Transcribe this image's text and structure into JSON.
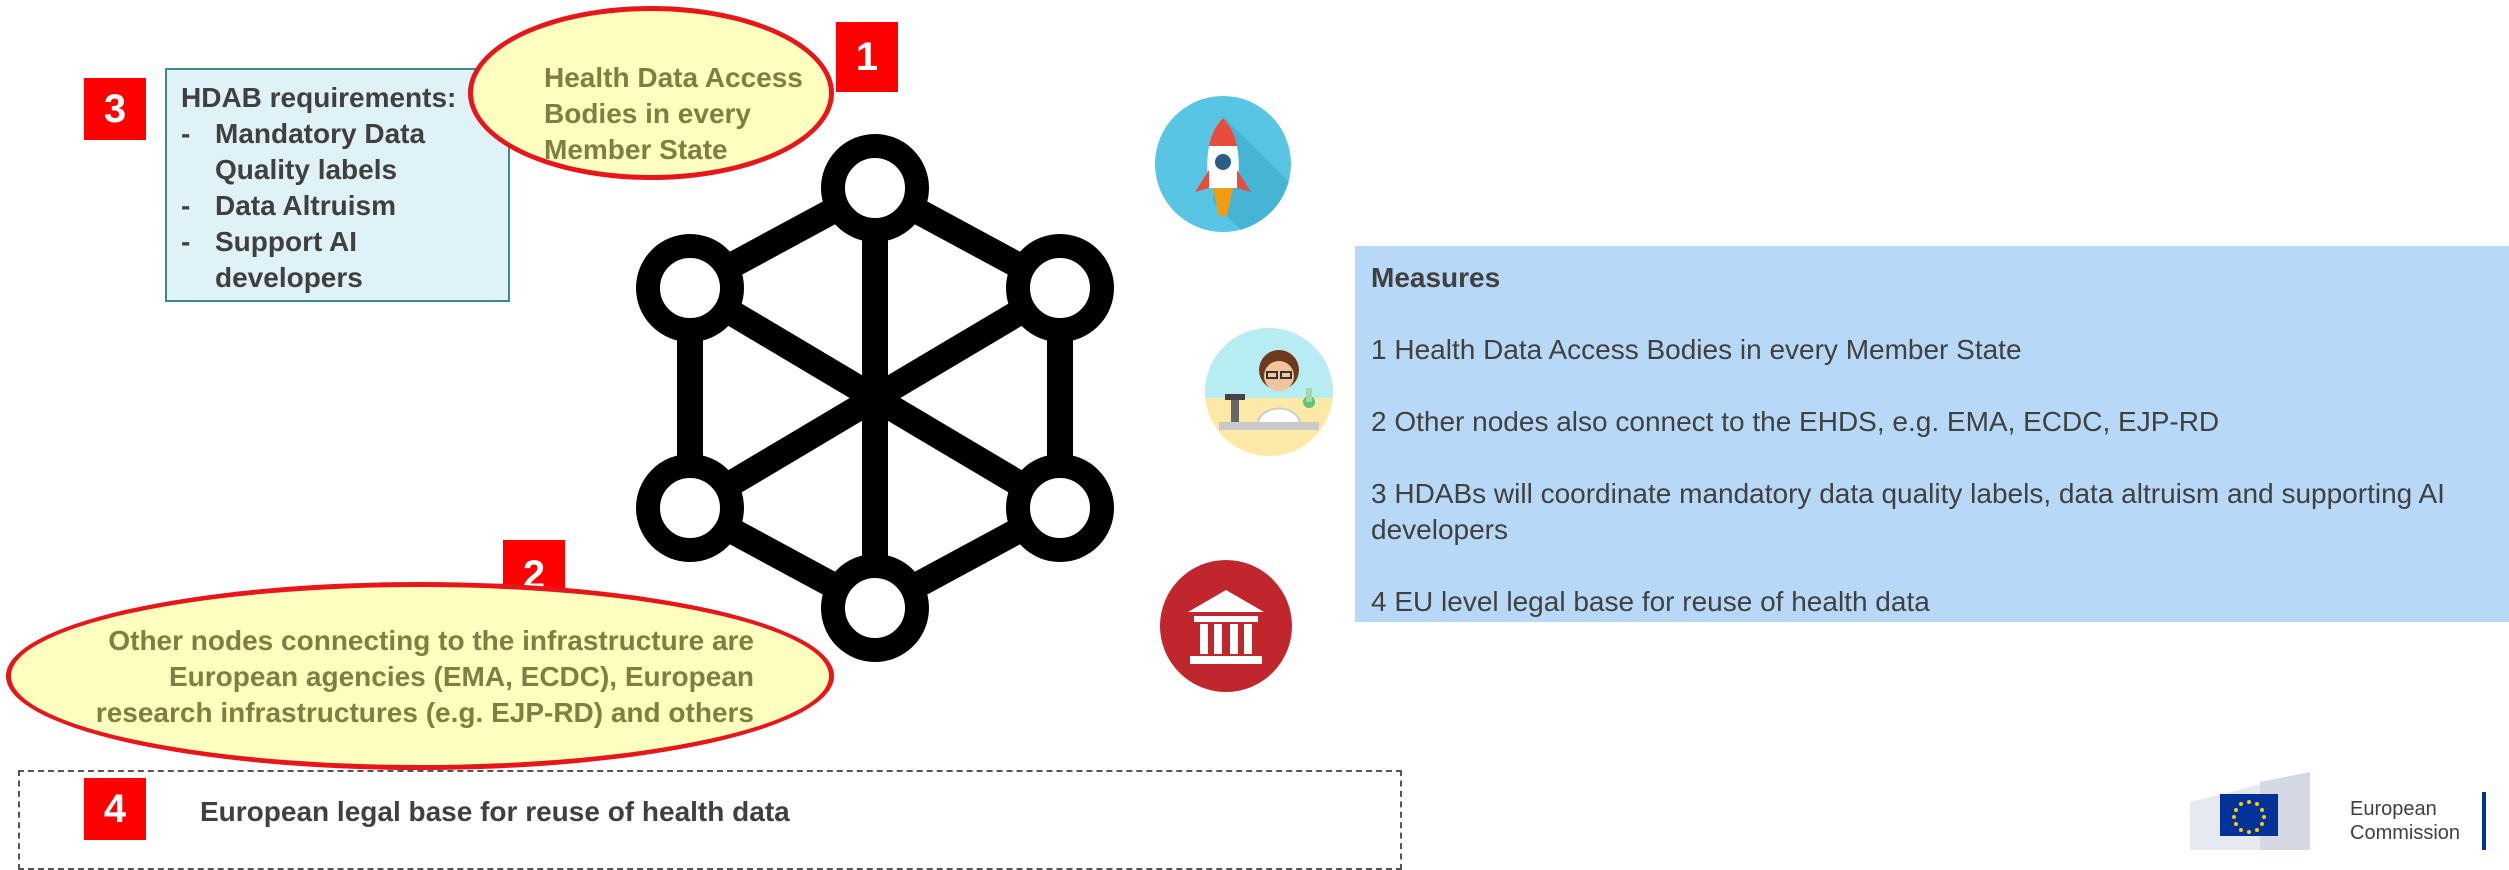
{
  "badges": {
    "b1": "1",
    "b2": "2",
    "b3": "3",
    "b4": "4"
  },
  "ellipse1": {
    "lines": [
      "Health Data Access",
      "Bodies in every",
      "Member State"
    ]
  },
  "ellipse2": {
    "lines": [
      "Other nodes connecting to the infrastructure are",
      "European agencies (EMA, ECDC), European",
      "research infrastructures (e.g. EJP-RD) and others"
    ]
  },
  "hdab": {
    "title": "HDAB requirements:",
    "items": [
      "Mandatory Data Quality labels",
      "Data Altruism",
      "Support AI developers"
    ]
  },
  "measures": {
    "title": "Measures",
    "items": [
      "1 Health Data Access Bodies in every Member State",
      "2 Other nodes also connect to the EHDS, e.g. EMA, ECDC, EJP-RD",
      "3 HDABs will coordinate mandatory data quality labels, data altruism and supporting AI developers",
      "4 EU level legal base for reuse of health data"
    ]
  },
  "legal": {
    "text": "European legal base for reuse of health data"
  },
  "logo": {
    "line1": "European",
    "line2": "Commission"
  },
  "icons": [
    "rocket-icon",
    "scientist-icon",
    "institution-icon",
    "network-hub-icon"
  ],
  "colors": {
    "badge_red": "#ff0000",
    "ellipse_outline": "#e8151b",
    "ellipse_fill": "#ffffc0",
    "measures_bg": "#b7d9f7",
    "hdab_bg": "#dff2f7",
    "eu_blue": "#003399"
  }
}
